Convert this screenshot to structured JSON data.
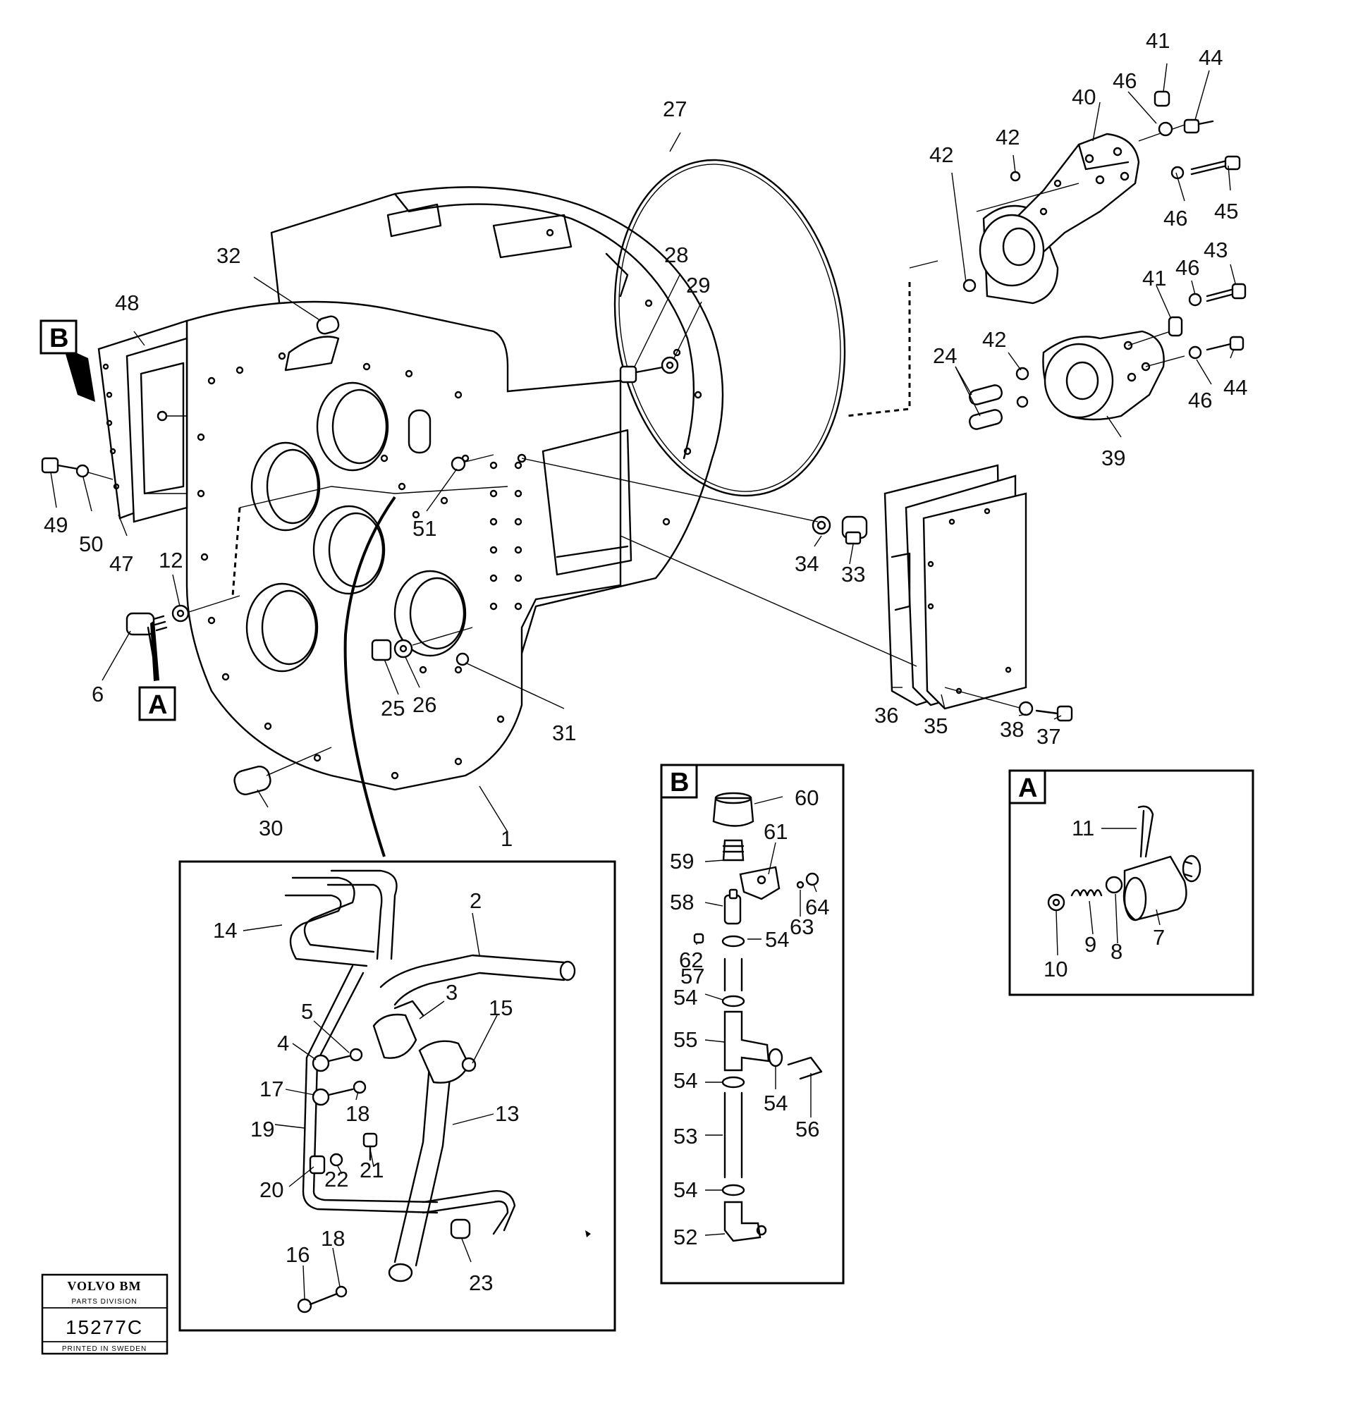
{
  "diagram": {
    "callouts": [
      {
        "id": "c1",
        "text": "1"
      },
      {
        "id": "c2",
        "text": "2"
      },
      {
        "id": "c3",
        "text": "3"
      },
      {
        "id": "c4",
        "text": "4"
      },
      {
        "id": "c5",
        "text": "5"
      },
      {
        "id": "c6",
        "text": "6"
      },
      {
        "id": "c7",
        "text": "7"
      },
      {
        "id": "c8",
        "text": "8"
      },
      {
        "id": "c9",
        "text": "9"
      },
      {
        "id": "c10",
        "text": "10"
      },
      {
        "id": "c11",
        "text": "11"
      },
      {
        "id": "c12",
        "text": "12"
      },
      {
        "id": "c13",
        "text": "13"
      },
      {
        "id": "c14",
        "text": "14"
      },
      {
        "id": "c15",
        "text": "15"
      },
      {
        "id": "c16",
        "text": "16"
      },
      {
        "id": "c17",
        "text": "17"
      },
      {
        "id": "c18a",
        "text": "18"
      },
      {
        "id": "c18b",
        "text": "18"
      },
      {
        "id": "c19",
        "text": "19"
      },
      {
        "id": "c20",
        "text": "20"
      },
      {
        "id": "c21",
        "text": "21"
      },
      {
        "id": "c22",
        "text": "22"
      },
      {
        "id": "c23",
        "text": "23"
      },
      {
        "id": "c24",
        "text": "24"
      },
      {
        "id": "c25",
        "text": "25"
      },
      {
        "id": "c26",
        "text": "26"
      },
      {
        "id": "c27",
        "text": "27"
      },
      {
        "id": "c28",
        "text": "28"
      },
      {
        "id": "c29",
        "text": "29"
      },
      {
        "id": "c30",
        "text": "30"
      },
      {
        "id": "c31",
        "text": "31"
      },
      {
        "id": "c32",
        "text": "32"
      },
      {
        "id": "c33",
        "text": "33"
      },
      {
        "id": "c34",
        "text": "34"
      },
      {
        "id": "c35",
        "text": "35"
      },
      {
        "id": "c36",
        "text": "36"
      },
      {
        "id": "c37",
        "text": "37"
      },
      {
        "id": "c38",
        "text": "38"
      },
      {
        "id": "c39",
        "text": "39"
      },
      {
        "id": "c40",
        "text": "40"
      },
      {
        "id": "c41a",
        "text": "41"
      },
      {
        "id": "c41b",
        "text": "41"
      },
      {
        "id": "c42a",
        "text": "42"
      },
      {
        "id": "c42b",
        "text": "42"
      },
      {
        "id": "c42c",
        "text": "42"
      },
      {
        "id": "c43",
        "text": "43"
      },
      {
        "id": "c44a",
        "text": "44"
      },
      {
        "id": "c44b",
        "text": "44"
      },
      {
        "id": "c45",
        "text": "45"
      },
      {
        "id": "c46a",
        "text": "46"
      },
      {
        "id": "c46b",
        "text": "46"
      },
      {
        "id": "c46c",
        "text": "46"
      },
      {
        "id": "c46d",
        "text": "46"
      },
      {
        "id": "c47",
        "text": "47"
      },
      {
        "id": "c48",
        "text": "48"
      },
      {
        "id": "c49",
        "text": "49"
      },
      {
        "id": "c50",
        "text": "50"
      },
      {
        "id": "c51",
        "text": "51"
      },
      {
        "id": "c52",
        "text": "52"
      },
      {
        "id": "c53",
        "text": "53"
      },
      {
        "id": "c54a",
        "text": "54"
      },
      {
        "id": "c54b",
        "text": "54"
      },
      {
        "id": "c54c",
        "text": "54"
      },
      {
        "id": "c54d",
        "text": "54"
      },
      {
        "id": "c54e",
        "text": "54"
      },
      {
        "id": "c55",
        "text": "55"
      },
      {
        "id": "c56",
        "text": "56"
      },
      {
        "id": "c57",
        "text": "57"
      },
      {
        "id": "c58",
        "text": "58"
      },
      {
        "id": "c59",
        "text": "59"
      },
      {
        "id": "c60",
        "text": "60"
      },
      {
        "id": "c61",
        "text": "61"
      },
      {
        "id": "c62",
        "text": "62"
      },
      {
        "id": "c63",
        "text": "63"
      },
      {
        "id": "c64",
        "text": "64"
      }
    ],
    "view_markers": {
      "marker_b": "B",
      "marker_a": "A",
      "detail_b_title": "B",
      "detail_a_title": "A"
    }
  },
  "seal": {
    "brand": "VOLVO BM",
    "division": "PARTS DIVISION",
    "code": "15277C",
    "printed": "PRINTED IN SWEDEN"
  }
}
